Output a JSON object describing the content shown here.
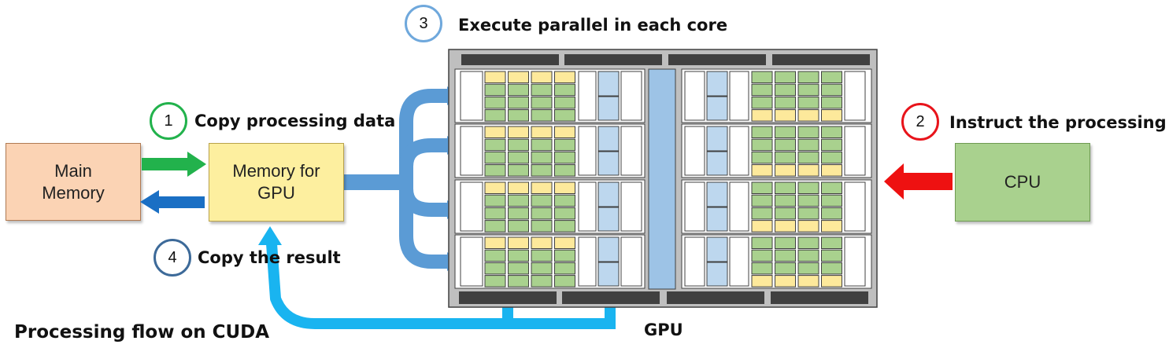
{
  "diagram": {
    "title": "Processing flow on CUDA",
    "gpu_label": "GPU",
    "boxes": {
      "main_memory": "Main\nMemory",
      "gpu_memory": "Memory for\nGPU",
      "cpu": "CPU"
    },
    "steps": [
      {
        "number": "1",
        "label": "Copy processing data",
        "color": "#22b24c"
      },
      {
        "number": "2",
        "label": "Instruct the processing",
        "color": "#e8141b"
      },
      {
        "number": "3",
        "label": "Execute parallel in each core",
        "color": "#6fa8dc"
      },
      {
        "number": "4",
        "label": "Copy the result",
        "color": "#3d6a99"
      }
    ],
    "colors": {
      "main_memory_fill": "#fbd3b4",
      "gpu_memory_fill": "#fdef9f",
      "cpu_fill": "#a9d18e",
      "copy_arrow": "#22b24c",
      "result_arrow": "#1a6fc4",
      "instruct_arrow": "#ee1111",
      "dispatch_arrow": "#5b9bd5",
      "return_arrow": "#19b4f0",
      "core_yellow": "#fde99b",
      "core_green": "#a9d18e",
      "core_blue": "#bdd7ee",
      "gpu_frame": "#bfbfbf",
      "memory_bar": "#404040"
    }
  }
}
